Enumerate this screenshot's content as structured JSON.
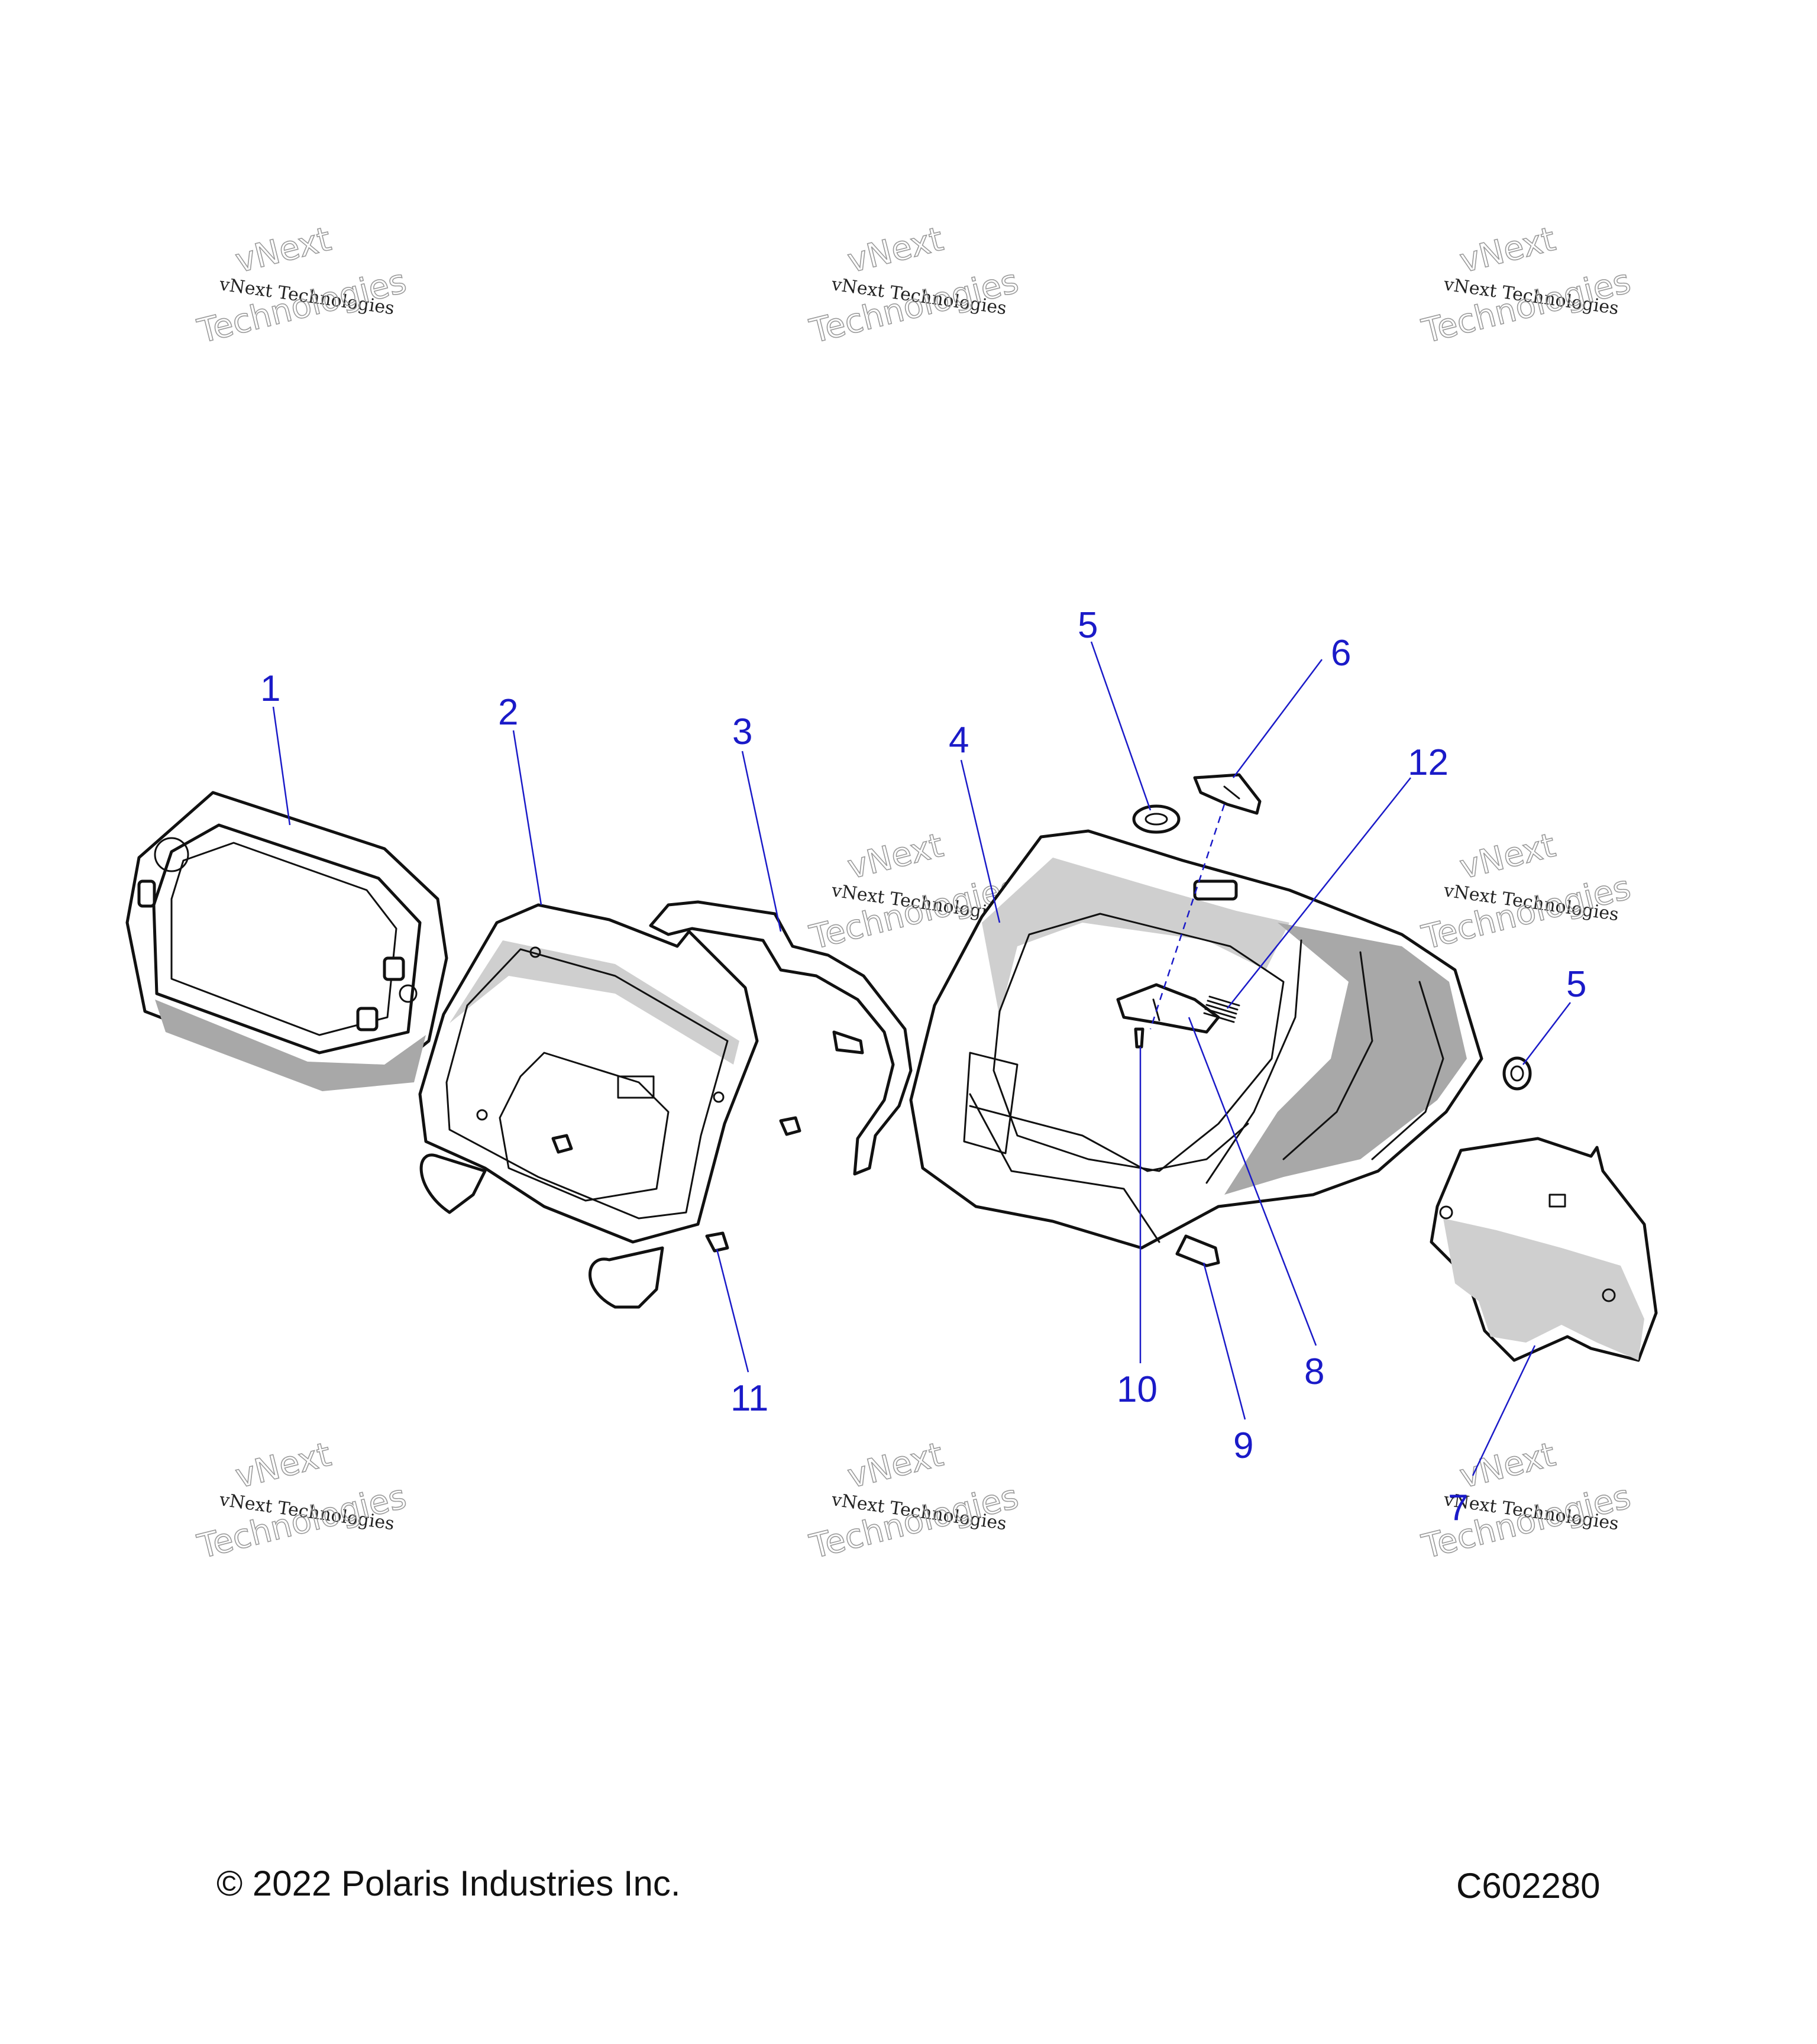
{
  "callouts": {
    "c1": "1",
    "c2": "2",
    "c3": "3",
    "c4": "4",
    "c5a": "5",
    "c5b": "5",
    "c6": "6",
    "c7": "7",
    "c8": "8",
    "c9": "9",
    "c10": "10",
    "c11": "11",
    "c12": "12"
  },
  "watermark": {
    "line1": "vNext Technologies",
    "overlay_top": "vNext",
    "overlay_bottom": "Technologies"
  },
  "footer": {
    "copyright": "© 2022 Polaris Industries Inc.",
    "drawing_number": "C602280"
  },
  "colors": {
    "callout": "#1a1ac8",
    "line": "#111111",
    "shade": "#cfcfcf"
  }
}
